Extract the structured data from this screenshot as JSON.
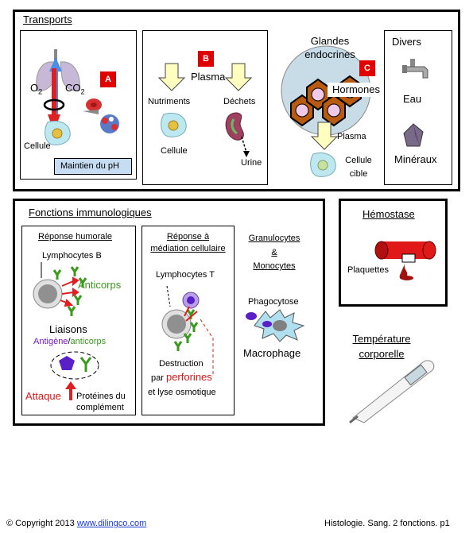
{
  "transports": {
    "title": "Transports",
    "gas": {
      "badge": "A",
      "o2": "O",
      "o2_sub": "2",
      "co2": "CO",
      "co2_sub": "2",
      "cell_label": "Cellule",
      "ph_box": "Maintien du pH"
    },
    "plasma": {
      "badge": "B",
      "plasma_label": "Plasma",
      "nutrients": "Nutriments",
      "waste": "Déchets",
      "cell_label": "Cellule",
      "urine": "Urine"
    },
    "endocrine": {
      "badge": "C",
      "title_line1": "Glandes",
      "title_line2": "endocrines",
      "hormones": "Hormones",
      "plasma": "Plasma",
      "target_line1": "Cellule",
      "target_line2": "cible"
    },
    "misc": {
      "title": "Divers",
      "water": "Eau",
      "minerals": "Minéraux"
    }
  },
  "immunity": {
    "title": "Fonctions immunologiques",
    "humoral": {
      "title": "Réponse humorale",
      "lymph_b": "Lymphocytes B",
      "antibodies": "Anticorps",
      "bindings": "Liaisons",
      "antigen": "Antigène",
      "slash": "/",
      "anticorps": "anticorps",
      "attack": "Attaque",
      "complement_line1": "Protéines du",
      "complement_line2": "complément"
    },
    "cellular": {
      "title_line1": "Réponse à",
      "title_line2": "médiation cellulaire",
      "lymph_t": "Lymphocytes T",
      "destruction": "Destruction",
      "by": "par ",
      "perforins": "perforines",
      "lysis": "et lyse osmotique"
    },
    "phago": {
      "title_line1": "Granulocytes",
      "title_line2": "&",
      "title_line3": "Monocytes",
      "phagocytosis": "Phagocytose",
      "macrophage": "Macrophage"
    }
  },
  "hemostasis": {
    "title": "Hémostase",
    "platelets": "Plaquettes"
  },
  "temperature": {
    "title_line1": "Température",
    "title_line2": "corporelle"
  },
  "footer": {
    "copyright": "© Copyright 2013 ",
    "link": "www.dilingco.com",
    "right": "Histologie. Sang. 2 fonctions.  p1"
  },
  "colors": {
    "badge": "#e00000",
    "green_text": "#3a9a1e",
    "red_text": "#d81818",
    "purple_text": "#7a18c8",
    "ph_box": "#c6dcf2"
  }
}
